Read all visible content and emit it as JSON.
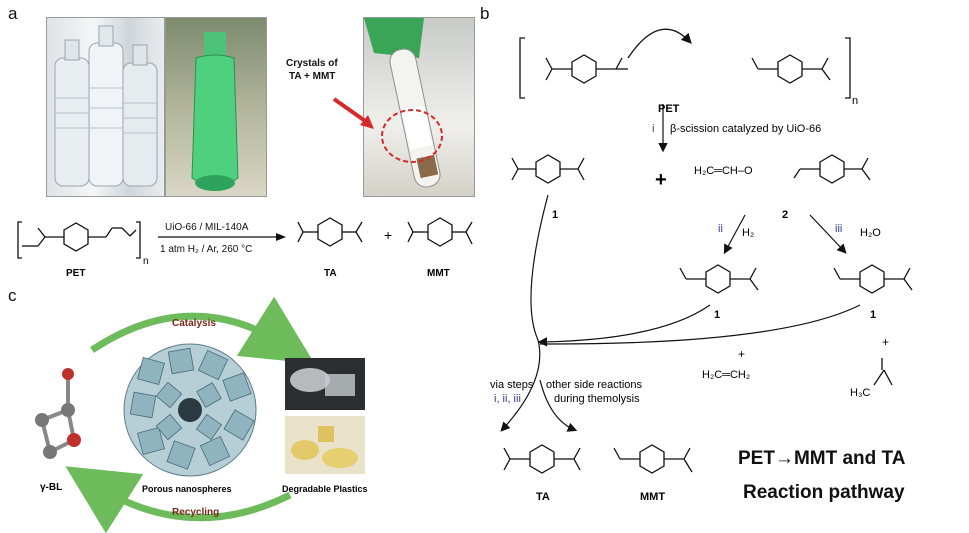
{
  "panels": {
    "a": "a",
    "b": "b",
    "c": "c"
  },
  "panel_a": {
    "crystals_label_line1": "Crystals of",
    "crystals_label_line2": "TA + MMT",
    "catalyst_line": "UiO-66 / MIL-140A",
    "conditions_line": "1 atm H₂ / Ar, 260 °C",
    "pet_label": "PET",
    "ta_label": "TA",
    "mmt_label": "MMT",
    "plus": "+",
    "n": "n"
  },
  "panel_b": {
    "pet_label": "PET",
    "n": "n",
    "step_i_roman": "i",
    "step_i_text": "β-scission catalyzed by UiO-66",
    "plus": "+",
    "compound_1": "1",
    "compound_2": "2",
    "step_ii_roman": "ii",
    "step_ii_reagent": "H₂",
    "step_iii_roman": "iii",
    "step_iii_reagent": "H₂O",
    "product_1a": "1",
    "product_1b": "1",
    "ethylene_formula": "H₂C═CH₂",
    "acetaldehyde_formula": "H₃C",
    "via_steps_line1": "via steps",
    "via_steps_line2": "i, ii, iii",
    "side_reactions_line1": "other side reactions",
    "side_reactions_line2": "during themolysis",
    "ta_label": "TA",
    "mmt_label": "MMT",
    "title_line1": "PET→MMT and TA",
    "title_line2": "Reaction pathway",
    "vinyl_formula": "H₂C═CH–O"
  },
  "panel_c": {
    "catalysis_label": "Catalysis",
    "recycling_label": "Recycling",
    "gbl_label": "γ-BL",
    "porous_label": "Porous nanospheres",
    "degradable_label": "Degradable Plastics"
  },
  "colors": {
    "arrow_green": "#6dbb5a",
    "cube_blue": "#8fb4c0",
    "roman_blue": "#2f3a8f",
    "dashed_red": "#d62a2a"
  }
}
